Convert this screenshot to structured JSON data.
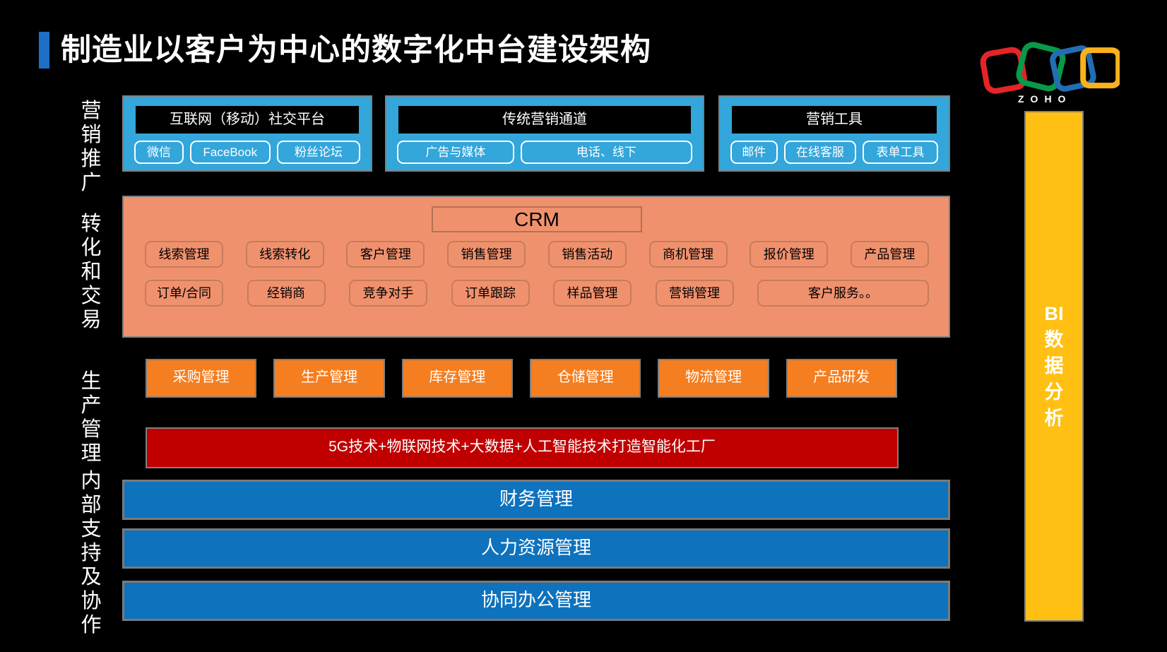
{
  "page": {
    "title": "制造业以客户为中心的数字化中台建设架构"
  },
  "logo": {
    "wordmark": "ZOHO",
    "square_colors": [
      "#E42527",
      "#089949",
      "#226DB4",
      "#F9B21D"
    ]
  },
  "side_labels": [
    {
      "name": "营销推广",
      "lines": [
        "营",
        "销",
        "推",
        "广"
      ]
    },
    {
      "name": "转化和交易",
      "lines": [
        "转",
        "化",
        "和",
        "交",
        "易"
      ]
    },
    {
      "name": "生产管理",
      "lines": [
        "生",
        "产",
        "管",
        "理"
      ]
    },
    {
      "name": "内部支持及协作",
      "lines": [
        "内",
        "部",
        "支",
        "持",
        "及",
        "协",
        "作"
      ]
    }
  ],
  "marketing": {
    "boxes": [
      {
        "title": "互联网（移动）社交平台",
        "items": [
          "微信",
          "FaceBook",
          "粉丝论坛"
        ]
      },
      {
        "title": "传统营销通道",
        "items": [
          "广告与媒体",
          "电话、线下"
        ]
      },
      {
        "title": "营销工具",
        "items": [
          "邮件",
          "在线客服",
          "表单工具"
        ]
      }
    ]
  },
  "crm": {
    "title": "CRM",
    "row1": [
      "线索管理",
      "线索转化",
      "客户管理",
      "销售管理",
      "销售活动",
      "商机管理",
      "报价管理",
      "产品管理"
    ],
    "row2": [
      "订单/合同",
      "经销商",
      "竞争对手",
      "订单跟踪",
      "样品管理",
      "营销管理",
      "客户服务。。"
    ]
  },
  "production": {
    "items": [
      "采购管理",
      "生产管理",
      "库存管理",
      "仓储管理",
      "物流管理",
      "产品研发"
    ]
  },
  "tech_bar": {
    "label": "5G技术+物联网技术+大数据+人工智能技术打造智能化工厂"
  },
  "support_bars": [
    "财务管理",
    "人力资源管理",
    "协同办公管理"
  ],
  "bi_bar": {
    "name": "BI数据分析",
    "lines": [
      "BI",
      "数",
      "据",
      "分",
      "析"
    ]
  },
  "colors": {
    "sky_blue": "#33A6DB",
    "salmon": "#F0916E",
    "orange": "#F57E20",
    "dark_red": "#C00000",
    "bar_blue": "#0E72BD",
    "yellow": "#FFC013",
    "accent_blue": "#1E6FC5",
    "border_gray": "#7F7F7F"
  }
}
